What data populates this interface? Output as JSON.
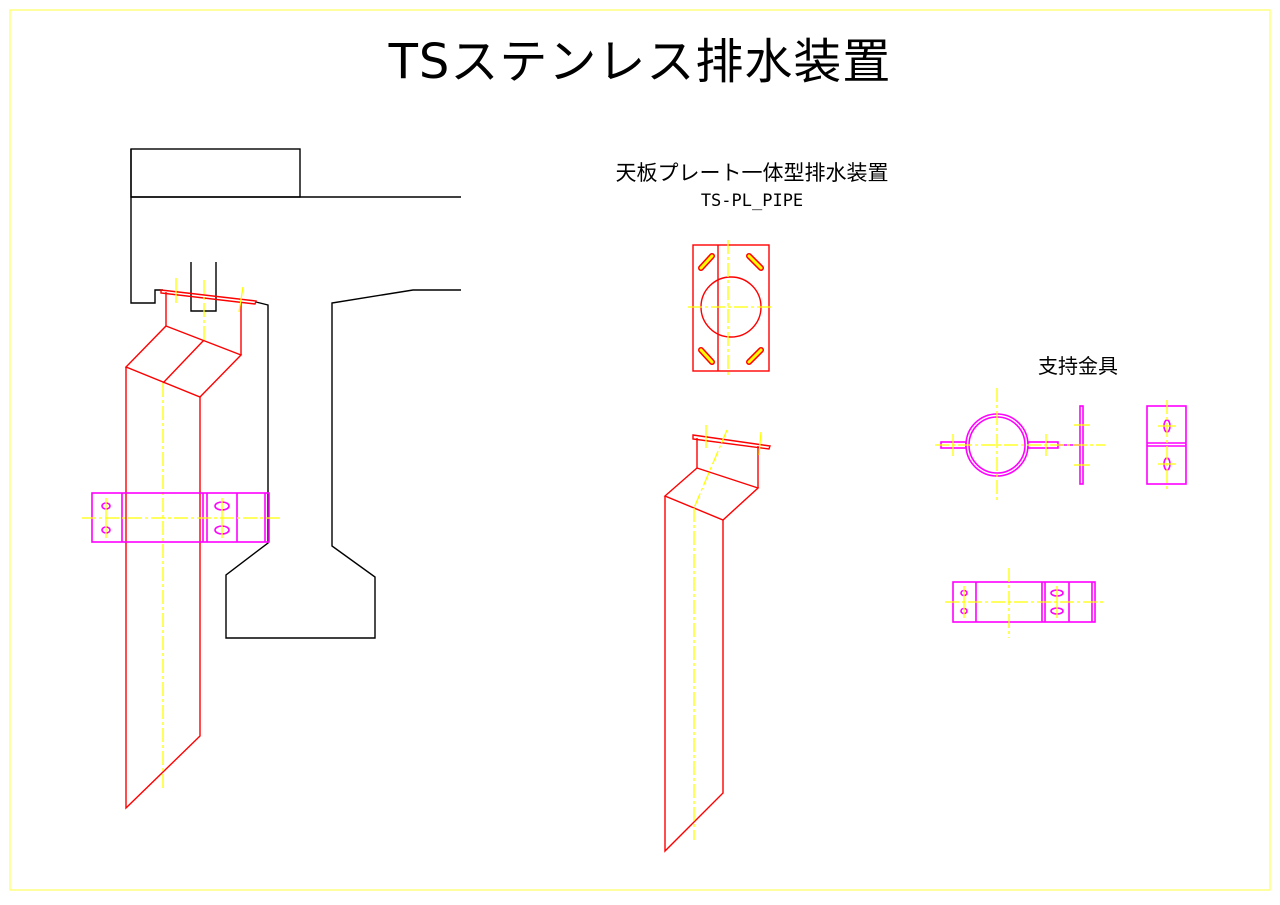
{
  "title": "TSステンレス排水装置",
  "product": {
    "name": "天板プレート一体型排水装置",
    "code": "TS-PL_PIPE"
  },
  "bracket_label": "支持金具",
  "colors": {
    "border": "#ffff00",
    "pipe": "#ff0000",
    "bracket": "#ff00ff",
    "structure": "#000000",
    "centerline": "#ffff00"
  }
}
